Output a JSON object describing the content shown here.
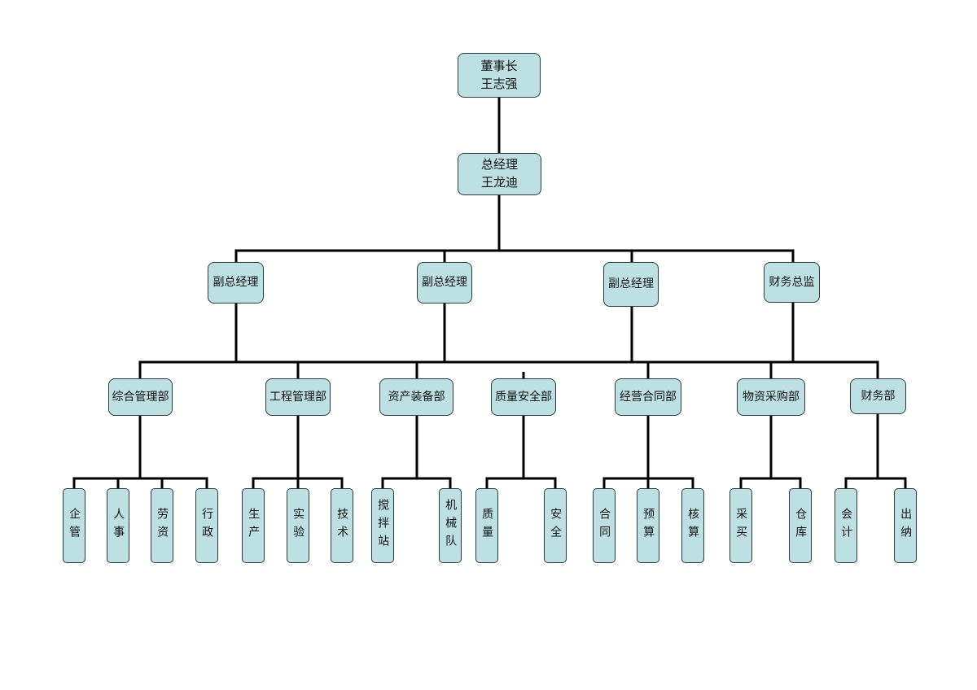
{
  "chairman": {
    "title": "董事长",
    "name": "王志强"
  },
  "general_manager": {
    "title": "总经理",
    "name": "王龙迪"
  },
  "executives": [
    "副总经理",
    "副总经理",
    "副总经理",
    "财务总监"
  ],
  "departments": [
    {
      "name": "综合管理部",
      "units": [
        "企管",
        "人事",
        "劳资",
        "行政"
      ]
    },
    {
      "name": "工程管理部",
      "units": [
        "生产",
        "实验",
        "技术"
      ]
    },
    {
      "name": "资产装备部",
      "units": [
        "搅拌站",
        "机械队"
      ]
    },
    {
      "name": "质量安全部",
      "units": [
        "质量",
        "安全"
      ]
    },
    {
      "name": "经营合同部",
      "units": [
        "合同",
        "预算",
        "核算"
      ]
    },
    {
      "name": "物资采购部",
      "units": [
        "采买",
        "仓库"
      ]
    },
    {
      "name": "财务部",
      "units": [
        "会计",
        "出纳"
      ]
    }
  ],
  "colors": {
    "box_fill": "#bde0e3",
    "line": "#000000"
  }
}
